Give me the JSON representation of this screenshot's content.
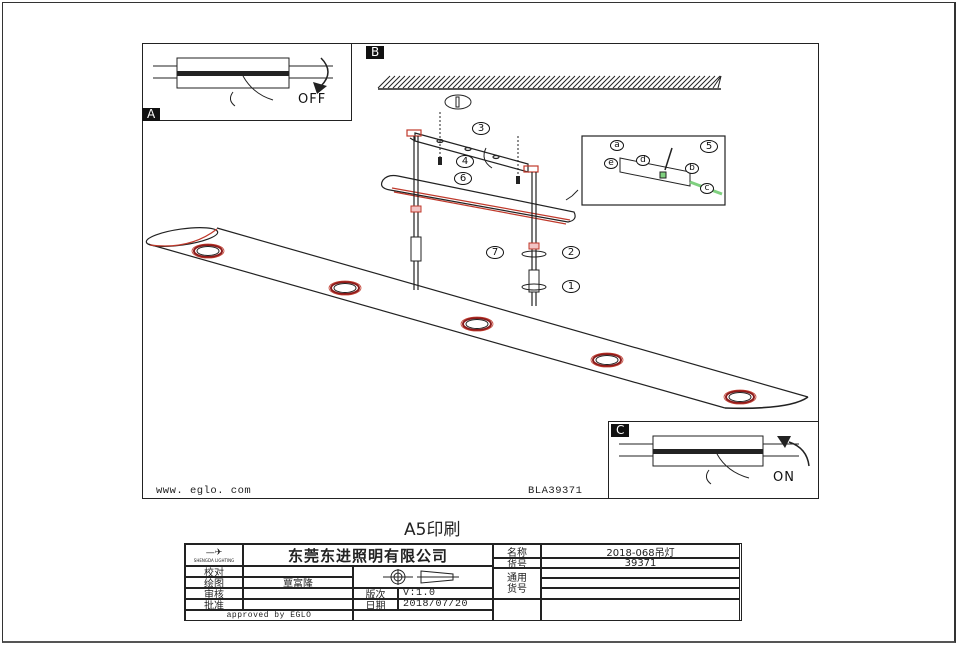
{
  "panels": {
    "a": {
      "tag": "A",
      "switch_label": "OFF"
    },
    "b": {
      "tag": "B"
    },
    "c": {
      "tag": "C",
      "switch_label": "ON"
    }
  },
  "steps": [
    "1",
    "2",
    "3",
    "4",
    "5",
    "6",
    "7"
  ],
  "detail_labels": [
    "a",
    "b",
    "c",
    "d",
    "e"
  ],
  "footer": {
    "website": "www. eglo. com",
    "model_code": "BLA39371"
  },
  "print_title": "A5印刷",
  "title_block": {
    "logo_text": "SHENGDA LIGHTING",
    "company": "东莞东进照明有限公司",
    "rows": [
      {
        "label": "校对",
        "value": ""
      },
      {
        "label": "绘图",
        "value": "覃富隆"
      },
      {
        "label": "审核",
        "value": ""
      },
      {
        "label": "批准",
        "value": ""
      }
    ],
    "approved": "approved by EGLO",
    "version_label": "版次",
    "version_value": "V:1.0",
    "date_label": "日期",
    "date_value": "2018/07/20",
    "name_label": "名称",
    "name_value": "2018-068吊灯",
    "item_label": "货号",
    "item_value": "39371",
    "general_label_1": "通用",
    "general_label_2": "货号"
  },
  "colors": {
    "line": "#222222",
    "accent_red": "#c0392b",
    "accent_green": "#7fd07f"
  }
}
